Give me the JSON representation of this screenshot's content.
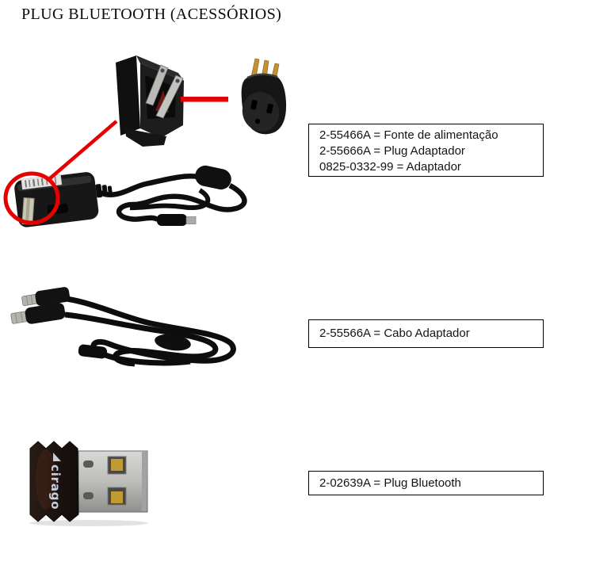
{
  "page": {
    "title": "PLUG BLUETOOTH (ACESSÓRIOS)"
  },
  "callouts": [
    {
      "lines": [
        "2-55466A = Fonte de alimentação",
        "2-55666A = Plug Adaptador",
        "0825-0332-99 = Adaptador"
      ]
    },
    {
      "lines": [
        "2-55566A = Cabo Adaptador"
      ]
    },
    {
      "lines": [
        "2-02639A = Plug Bluetooth"
      ]
    }
  ],
  "images": {
    "dongle_brand_label": "cirago"
  },
  "colors": {
    "annotation_red": "#e80000",
    "callout_border": "#000000",
    "page_background": "#ffffff"
  }
}
